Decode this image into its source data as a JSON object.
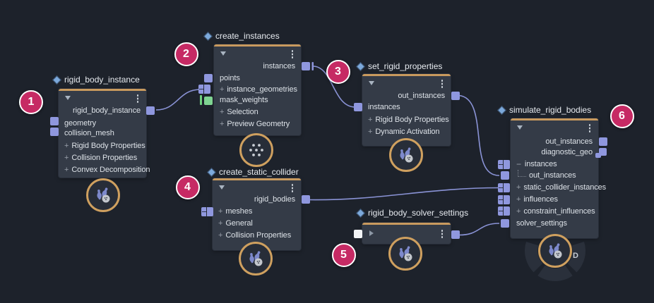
{
  "badges": [
    "1",
    "2",
    "3",
    "4",
    "5",
    "6"
  ],
  "display_flag": "D",
  "icons": {
    "plus": "+",
    "minus": "−"
  },
  "nodes": {
    "rigid_body_instance": {
      "title": "rigid_body_instance",
      "out": "rigid_body_instance",
      "in_geometry": "geometry",
      "in_collision_mesh": "collision_mesh",
      "exp_rigid_body_properties": "Rigid Body Properties",
      "exp_collision_properties": "Collision Properties",
      "exp_convex_decomposition": "Convex Decomposition"
    },
    "create_instances": {
      "title": "create_instances",
      "out": "instances",
      "in_points": "points",
      "exp_instance_geometries": "instance_geometries",
      "in_mask_weights": "mask_weights",
      "exp_selection": "Selection",
      "exp_preview_geometry": "Preview Geometry"
    },
    "set_rigid_properties": {
      "title": "set_rigid_properties",
      "out": "out_instances",
      "in_instances": "instances",
      "exp_rigid_body_properties": "Rigid Body Properties",
      "exp_dynamic_activation": "Dynamic Activation"
    },
    "create_static_collider": {
      "title": "create_static_collider",
      "out": "rigid_bodies",
      "exp_meshes": "meshes",
      "exp_general": "General",
      "exp_collision_properties": "Collision Properties"
    },
    "rigid_body_solver_settings": {
      "title": "rigid_body_solver_settings"
    },
    "simulate_rigid_bodies": {
      "title": "simulate_rigid_bodies",
      "out_instances": "out_instances",
      "out_diagnostic_geo": "diagnostic_geo",
      "in_instances": "instances",
      "sub_out_instances": "out_instances",
      "exp_static_collider_instances": "static_collider_instances",
      "exp_influences": "influences",
      "exp_constraint_influences": "constraint_influences",
      "in_solver_settings": "solver_settings"
    }
  },
  "colors": {
    "background": "#1d222b",
    "node_body": "#343b47",
    "node_header_accent": "#c99a5e",
    "port": "#8f97de",
    "port_green": "#7fd492",
    "port_white": "#f2f4f6",
    "wire": "#8a93d6",
    "badge": "#c62a64",
    "icon_ring": "#cfa05f",
    "pin_blue": "#7d89cc"
  }
}
